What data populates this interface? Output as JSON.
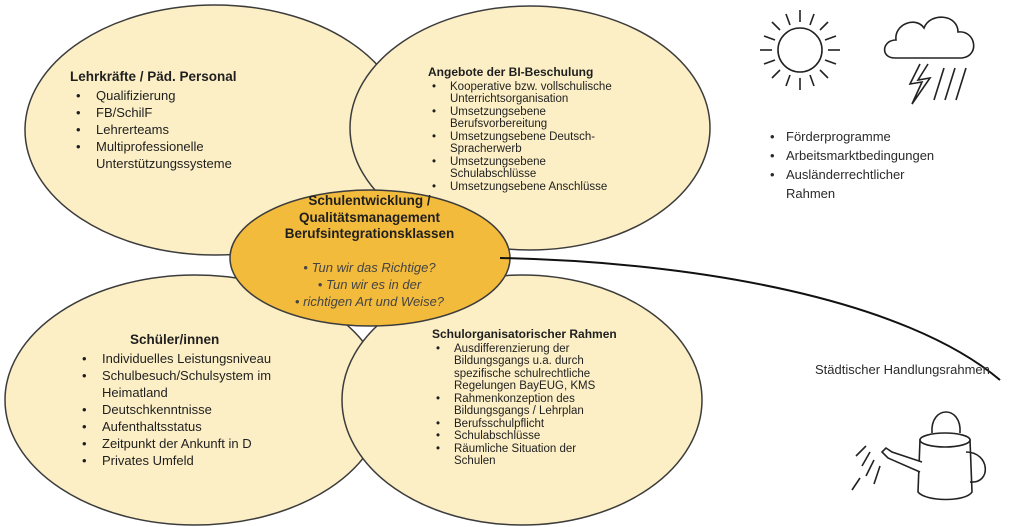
{
  "center": {
    "title_lines": [
      "Schulentwicklung /",
      "Qualitätsmanagement",
      "Berufsintegrationsklassen"
    ],
    "questions": [
      "Tun wir das Richtige?",
      "Tun wir es in der",
      "richtigen Art und Weise?"
    ]
  },
  "top_left": {
    "title": "Lehrkräfte / Päd. Personal",
    "items": [
      "Qualifizierung",
      "FB/SchilF",
      "Lehrerteams",
      "Multiprofessionelle Unterstützungssysteme"
    ]
  },
  "top_right": {
    "title": "Angebote der BI-Beschulung",
    "items": [
      "Kooperative bzw. vollschulische Unterrichtsorganisation",
      "Umsetzungsebene Berufsvorbereitung",
      "Umsetzungsebene Deutsch-Spracherwerb",
      "Umsetzungsebene Schulabschlüsse",
      "Umsetzungsebene Anschlüsse"
    ]
  },
  "bottom_left": {
    "title": "Schüler/innen",
    "items": [
      "Individuelles Leistungsniveau",
      "Schulbesuch/Schulsystem im Heimatland",
      "Deutschkenntnisse",
      "Aufenthaltsstatus",
      "Zeitpunkt der Ankunft in D",
      "Privates Umfeld"
    ]
  },
  "bottom_right": {
    "title": "Schulorganisatorischer Rahmen",
    "items": [
      "Ausdifferenzierung der Bildungsgangs u.a. durch spezifische schulrechtliche Regelungen BayEUG, KMS",
      "Rahmenkonzeption des Bildungsgangs / Lehrplan",
      "Berufsschulpflicht",
      "Schulabschlüsse",
      "Räumliche Situation der Schulen"
    ]
  },
  "weather": {
    "items": [
      "Förderprogramme",
      "Arbeitsmarktbedingungen",
      "Ausländerrechtlicher Rahmen"
    ]
  },
  "city_label": "Städtischer Handlungsrahmen",
  "colors": {
    "petal_fill": "#fcefc6",
    "petal_stroke": "#3c3c3c",
    "center_fill": "#f3bb3c",
    "text": "#1f1f1f"
  },
  "icons": [
    "sun-icon",
    "cloud-icon",
    "lightning-icon",
    "rain-icon",
    "watering-can-icon"
  ]
}
